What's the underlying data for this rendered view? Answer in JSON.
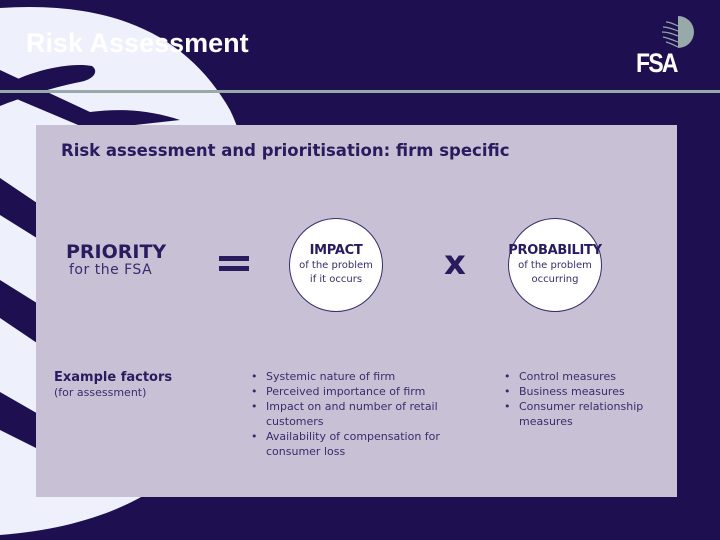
{
  "slide": {
    "title": "Risk Assessment",
    "logo_text": "FSA",
    "colors": {
      "background": "#1e1050",
      "crescent": "#eef0fb",
      "rule": "#97a9a8",
      "panel": "#c8c1d6",
      "text_dark": "#2a1a5e"
    }
  },
  "panel": {
    "heading": "Risk assessment and prioritisation: firm specific",
    "priority": {
      "title": "PRIORITY",
      "subtitle": "for the FSA"
    },
    "operator_equals": "=",
    "operator_times": "x",
    "impact": {
      "title": "IMPACT",
      "line1": "of the problem",
      "line2": "if it occurs"
    },
    "probability": {
      "title": "PROBABILITY",
      "line1": "of the problem",
      "line2": "occurring"
    },
    "factors": {
      "title": "Example factors",
      "subtitle": "(for assessment)",
      "impact_items": [
        "Systemic nature of firm",
        "Perceived importance of firm",
        "Impact on and number of retail customers",
        "Availability of compensation for consumer loss"
      ],
      "probability_items": [
        "Control measures",
        "Business measures",
        "Consumer relationship measures"
      ]
    }
  }
}
